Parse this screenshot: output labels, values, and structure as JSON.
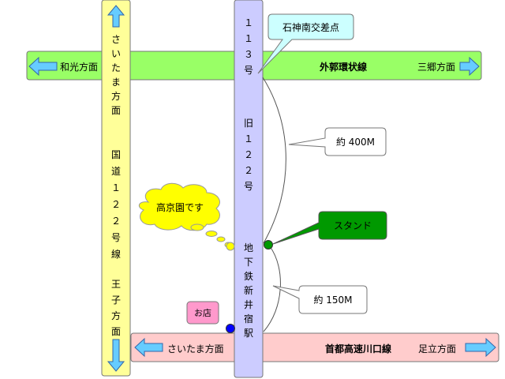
{
  "roads": {
    "gaikan": {
      "name": "外郭環状線",
      "left_direction": "和光方面",
      "right_direction": "三郷方面",
      "color": "#99ff66"
    },
    "kokudo122": {
      "upper_direction": "さいたま方面",
      "name": "国道122号線",
      "lower_direction": "王子方面",
      "color": "#ffff99"
    },
    "route113": {
      "number": "113号",
      "name": "旧122号",
      "color": "#ccccff"
    },
    "shuto": {
      "name": "首都高速川口線",
      "left_direction": "さいたま方面",
      "right_direction": "足立方面",
      "color": "#ffcccc"
    }
  },
  "station": {
    "name": "地下鉄新井宿駅"
  },
  "labels": {
    "intersection": "石神南交差点",
    "distance_1": "約 400M",
    "distance_2": "約 150M",
    "stand": "スタンド",
    "kokyoen": "高京園です",
    "shop": "お店"
  },
  "colors": {
    "arrow": "#66ccff",
    "stand": "#009900",
    "shop": "#ff99cc",
    "shop_dot": "#0000ff",
    "kokyoen_cloud": "#ffff00",
    "intersection_callout": "#ccffff"
  }
}
